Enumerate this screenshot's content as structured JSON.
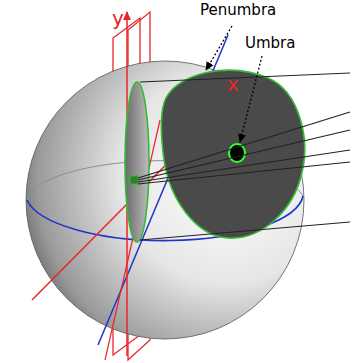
{
  "diagram": {
    "labels": [
      "Penumbra",
      "Umbra",
      "y",
      "x"
    ]
  }
}
